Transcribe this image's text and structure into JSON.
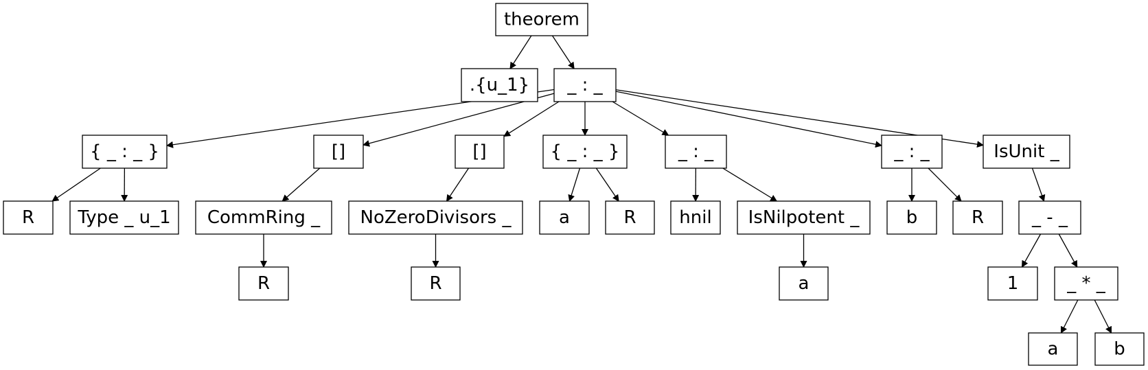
{
  "colors": {
    "background": "#ffffff",
    "stroke": "#000000",
    "text": "#000000"
  },
  "tree": {
    "nodes": [
      {
        "id": "n0",
        "label": "theorem"
      },
      {
        "id": "n1",
        "label": ".{u_1}"
      },
      {
        "id": "n2",
        "label": "_ : _"
      },
      {
        "id": "n3",
        "label": "{ _ : _ }"
      },
      {
        "id": "n4",
        "label": "[]"
      },
      {
        "id": "n5",
        "label": "[]"
      },
      {
        "id": "n6",
        "label": "{ _ : _ }"
      },
      {
        "id": "n7",
        "label": "_ : _"
      },
      {
        "id": "n8",
        "label": "_ : _"
      },
      {
        "id": "n9",
        "label": "IsUnit _"
      },
      {
        "id": "n10",
        "label": "R"
      },
      {
        "id": "n11",
        "label": "Type _ u_1"
      },
      {
        "id": "n12",
        "label": "CommRing _"
      },
      {
        "id": "n13",
        "label": "NoZeroDivisors _"
      },
      {
        "id": "n14",
        "label": "a"
      },
      {
        "id": "n15",
        "label": "R"
      },
      {
        "id": "n16",
        "label": "hnil"
      },
      {
        "id": "n17",
        "label": "IsNilpotent _"
      },
      {
        "id": "n18",
        "label": "b"
      },
      {
        "id": "n19",
        "label": "R"
      },
      {
        "id": "n20",
        "label": "_ - _"
      },
      {
        "id": "n21",
        "label": "R"
      },
      {
        "id": "n22",
        "label": "R"
      },
      {
        "id": "n23",
        "label": "a"
      },
      {
        "id": "n24",
        "label": "1"
      },
      {
        "id": "n25",
        "label": "_ * _"
      },
      {
        "id": "n26",
        "label": "a"
      },
      {
        "id": "n27",
        "label": "b"
      }
    ],
    "edges": [
      [
        "n0",
        "n1"
      ],
      [
        "n0",
        "n2"
      ],
      [
        "n2",
        "n3"
      ],
      [
        "n2",
        "n4"
      ],
      [
        "n2",
        "n5"
      ],
      [
        "n2",
        "n6"
      ],
      [
        "n2",
        "n7"
      ],
      [
        "n2",
        "n8"
      ],
      [
        "n2",
        "n9"
      ],
      [
        "n3",
        "n10"
      ],
      [
        "n3",
        "n11"
      ],
      [
        "n4",
        "n12"
      ],
      [
        "n5",
        "n13"
      ],
      [
        "n6",
        "n14"
      ],
      [
        "n6",
        "n15"
      ],
      [
        "n7",
        "n16"
      ],
      [
        "n7",
        "n17"
      ],
      [
        "n8",
        "n18"
      ],
      [
        "n8",
        "n19"
      ],
      [
        "n9",
        "n20"
      ],
      [
        "n12",
        "n21"
      ],
      [
        "n13",
        "n22"
      ],
      [
        "n17",
        "n23"
      ],
      [
        "n20",
        "n24"
      ],
      [
        "n20",
        "n25"
      ],
      [
        "n25",
        "n26"
      ],
      [
        "n25",
        "n27"
      ]
    ]
  }
}
